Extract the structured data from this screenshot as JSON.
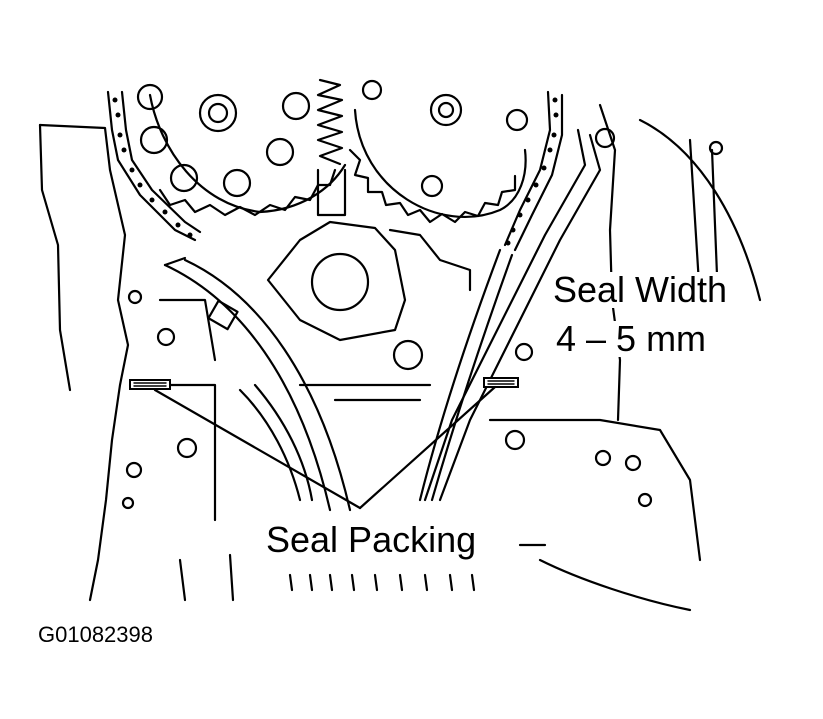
{
  "labels": {
    "seal_width_title": "Seal Width",
    "seal_width_value": "4 – 5 mm",
    "seal_packing": "Seal Packing",
    "figure_id": "G01082398"
  },
  "colors": {
    "ink": "#000000",
    "paper": "#ffffff"
  }
}
